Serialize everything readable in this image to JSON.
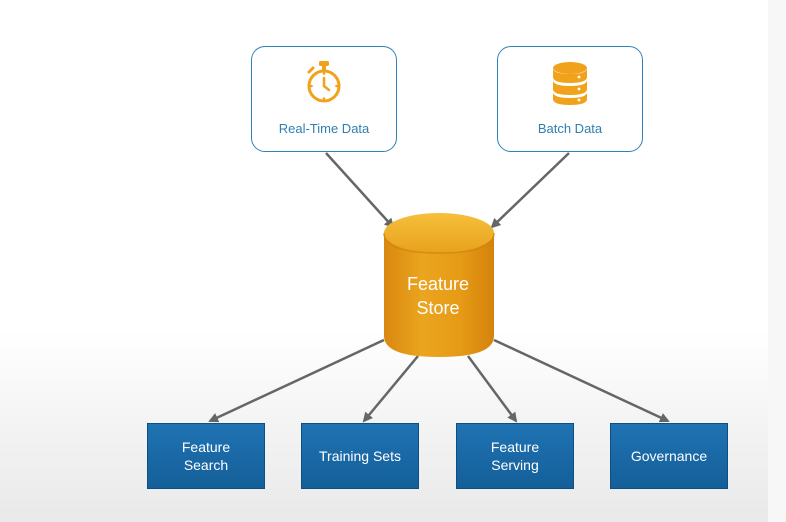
{
  "diagram": {
    "sources": [
      {
        "label": "Real-Time Data",
        "icon": "stopwatch-icon"
      },
      {
        "label": "Batch Data",
        "icon": "database-icon"
      }
    ],
    "center": {
      "label": "Feature\nStore",
      "icon": "cylinder-icon"
    },
    "targets": [
      {
        "label": "Feature\nSearch"
      },
      {
        "label": "Training Sets"
      },
      {
        "label": "Feature\nServing"
      },
      {
        "label": "Governance"
      }
    ],
    "colors": {
      "source_border": "#2f83b7",
      "source_text": "#2f7fb0",
      "icon_orange": "#f0a31a",
      "store_orange": "#e59a17",
      "store_top": "#f2b12a",
      "target_blue": "#1b68a7",
      "arrow_gray": "#666666"
    }
  }
}
